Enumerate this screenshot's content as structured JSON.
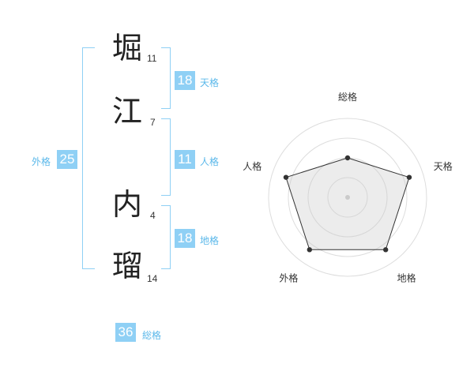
{
  "name": {
    "characters": [
      {
        "char": "堀",
        "strokes": "11"
      },
      {
        "char": "江",
        "strokes": "7"
      },
      {
        "char": "内",
        "strokes": "4"
      },
      {
        "char": "瑠",
        "strokes": "14"
      }
    ]
  },
  "fortunes": {
    "tenkaku": {
      "value": "18",
      "label": "天格"
    },
    "jinkaku": {
      "value": "11",
      "label": "人格"
    },
    "chikaku": {
      "value": "18",
      "label": "地格"
    },
    "gaikaku": {
      "value": "25",
      "label": "外格"
    },
    "soukaku": {
      "value": "36",
      "label": "総格"
    }
  },
  "colors": {
    "accent": "#8fd0f5",
    "label_text": "#5bb8ea",
    "fill": "#f0f0f0",
    "ring": "#dddddd"
  },
  "chart_data": {
    "type": "radar",
    "axes": [
      "総格",
      "天格",
      "地格",
      "外格",
      "人格"
    ],
    "values": [
      0.5,
      0.82,
      0.82,
      0.82,
      0.82
    ],
    "max": 1,
    "rings": 4
  }
}
